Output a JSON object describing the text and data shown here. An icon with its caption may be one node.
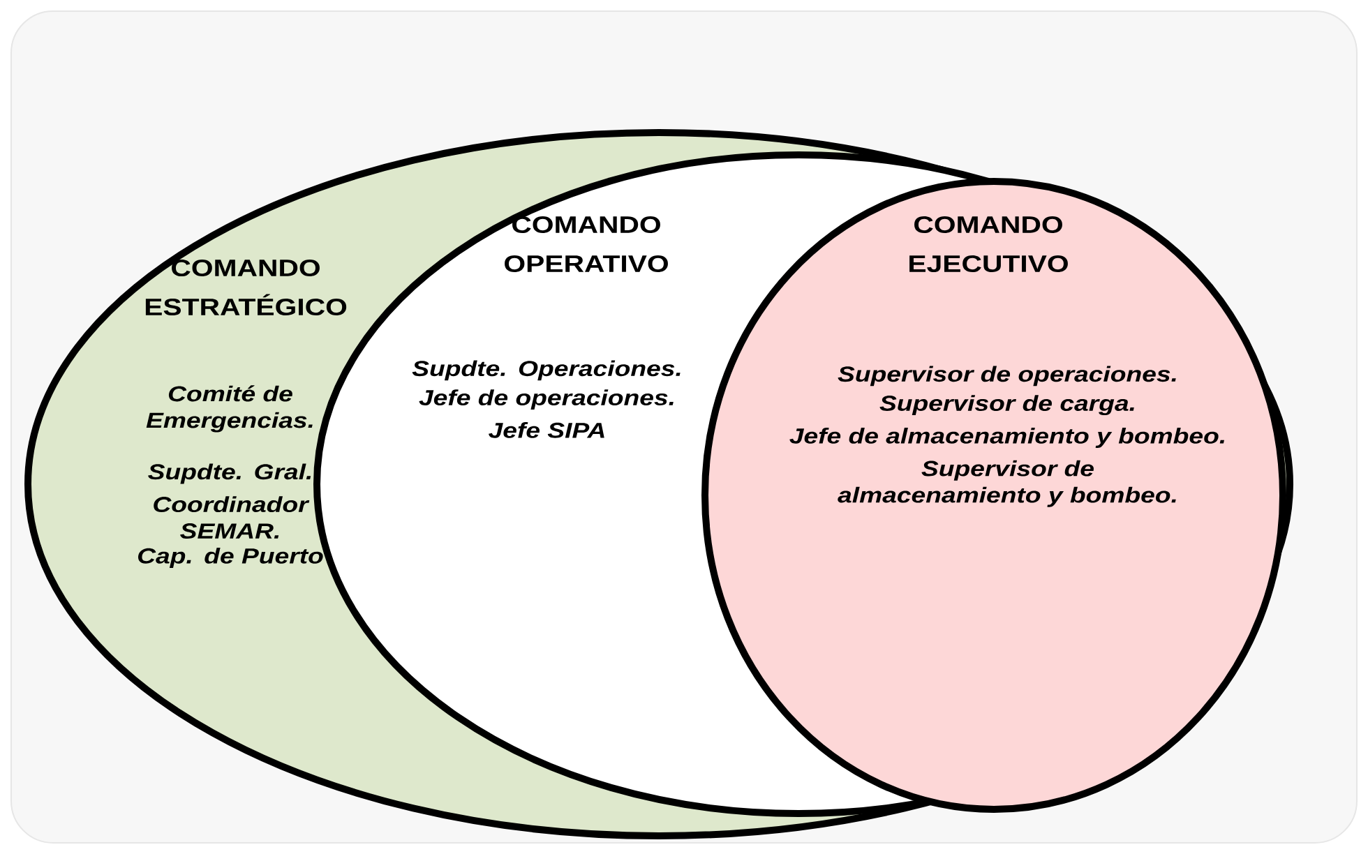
{
  "diagram": {
    "nodes": [
      {
        "text": [
          "COMANDO ESTRATÉGICO",
          "Comité de Emergencias.",
          "Supdte. Gral.",
          "Coordinador SEMAR.",
          "Cap. de Puerto"
        ]
      },
      {
        "text": [
          "COMANDO OPERATIVO",
          "Supdte. Operaciones.",
          "Jefe de operaciones.",
          "Jefe SIPA"
        ],
        "in": 0
      },
      {
        "text": [
          "COMANDO EJECUTIVO",
          "Supervisor de operaciones.",
          "Supervisor de carga.",
          "Jefe de almacenamiento y bombeo.",
          "Supervisor de almacenamiento y bombeo."
        ],
        "in": 1
      }
    ],
    "edges": []
  }
}
